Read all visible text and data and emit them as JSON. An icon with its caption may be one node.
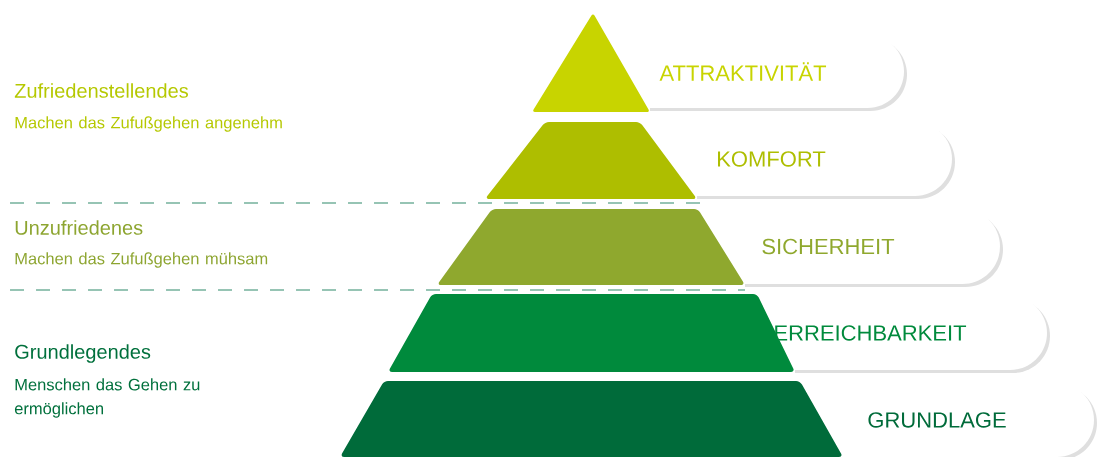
{
  "diagram": {
    "nodes": [
      {
        "text": [
          "ATTRAKTIVITÄT"
        ]
      },
      {
        "text": [
          "KOMFORT"
        ]
      },
      {
        "text": [
          "SICHERHEIT"
        ]
      },
      {
        "text": [
          "ERREICHBARKEIT"
        ]
      },
      {
        "text": [
          "GRUNDLAGE"
        ]
      }
    ],
    "labels": [
      "Zufriedenstellendes",
      "Machen das Zufußgehen angenehm",
      "Unzufriedenes",
      "Machen das Zufußgehen mühsam",
      "Grundlegendes",
      "Menschen das Gehen zu ermöglichen"
    ]
  }
}
